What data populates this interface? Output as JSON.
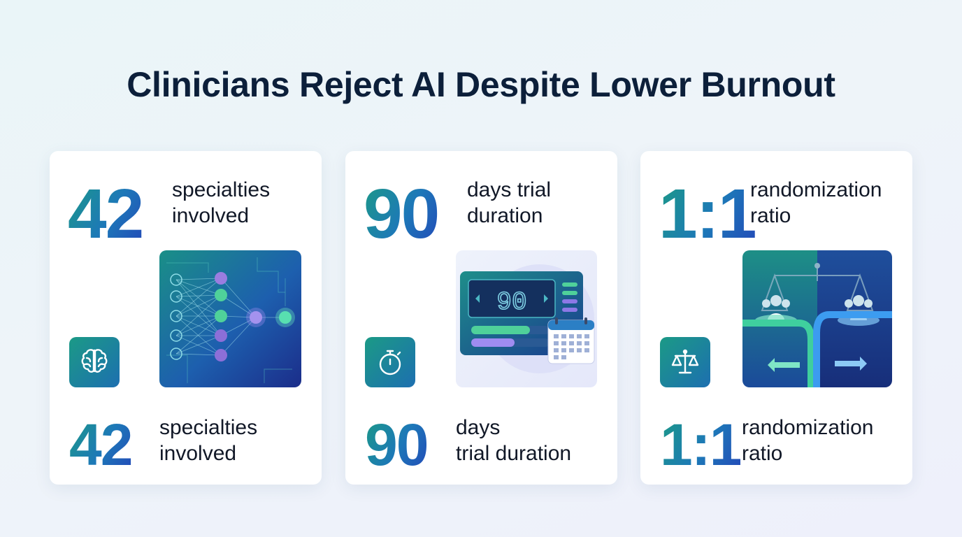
{
  "title": "Clinicians Reject AI Despite Lower Burnout",
  "cards": [
    {
      "value": "42",
      "label_line1": "specialties",
      "label_line2": "involved",
      "icon": "brain-icon",
      "illustration": "neural-network-illustration",
      "bottom_value": "42",
      "bottom_label_line1": "specialties",
      "bottom_label_line2": "involved"
    },
    {
      "value": "90",
      "label_line1": "days trial",
      "label_line2": "duration",
      "icon": "stopwatch-icon",
      "illustration": "countdown-display-illustration",
      "display_value": "90",
      "bottom_value": "90",
      "bottom_label_line1": "days",
      "bottom_label_line2": "trial duration"
    },
    {
      "value": "1:1",
      "label_line1": "randomization",
      "label_line2": "ratio",
      "icon": "scales-icon",
      "illustration": "balance-scale-illustration",
      "bottom_value": "1:1",
      "bottom_label_line1": "randomization",
      "bottom_label_line2": "ratio"
    }
  ],
  "colors": {
    "title": "#0c1f3a",
    "gradient_teal": "#1c9a86",
    "gradient_blue": "#2349b8",
    "card_background": "#ffffff",
    "page_background": "#eaf5f8"
  }
}
